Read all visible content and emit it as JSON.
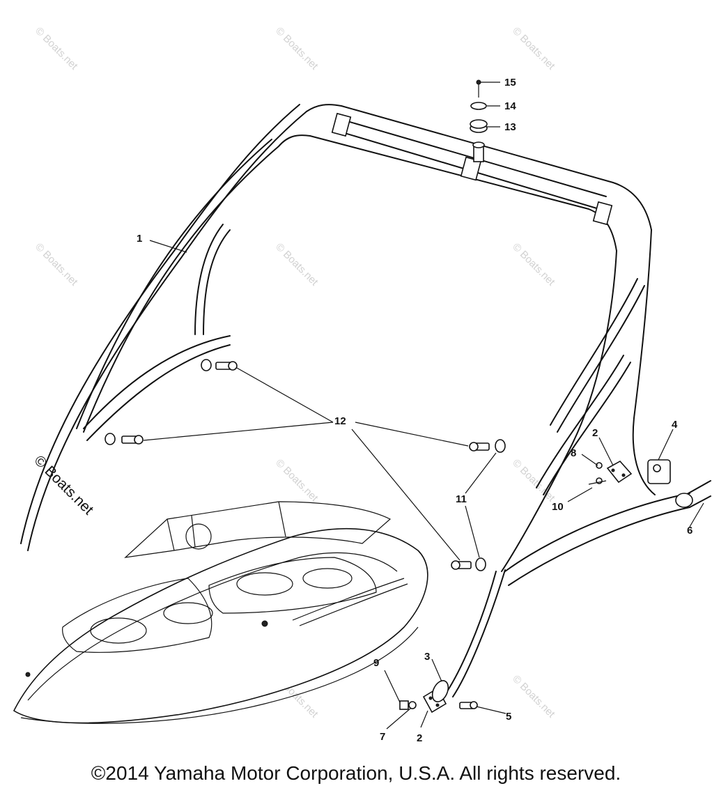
{
  "diagram": {
    "watermark_text": "© Boats.net",
    "copyright": "©2014 Yamaha Motor Corporation, U.S.A. All rights reserved.",
    "callouts": {
      "c1": "1",
      "c2a": "2",
      "c2b": "2",
      "c3": "3",
      "c4": "4",
      "c5": "5",
      "c6": "6",
      "c7": "7",
      "c8": "8",
      "c9": "9",
      "c10": "10",
      "c11": "11",
      "c12": "12",
      "c13": "13",
      "c14": "14",
      "c15": "15"
    }
  }
}
